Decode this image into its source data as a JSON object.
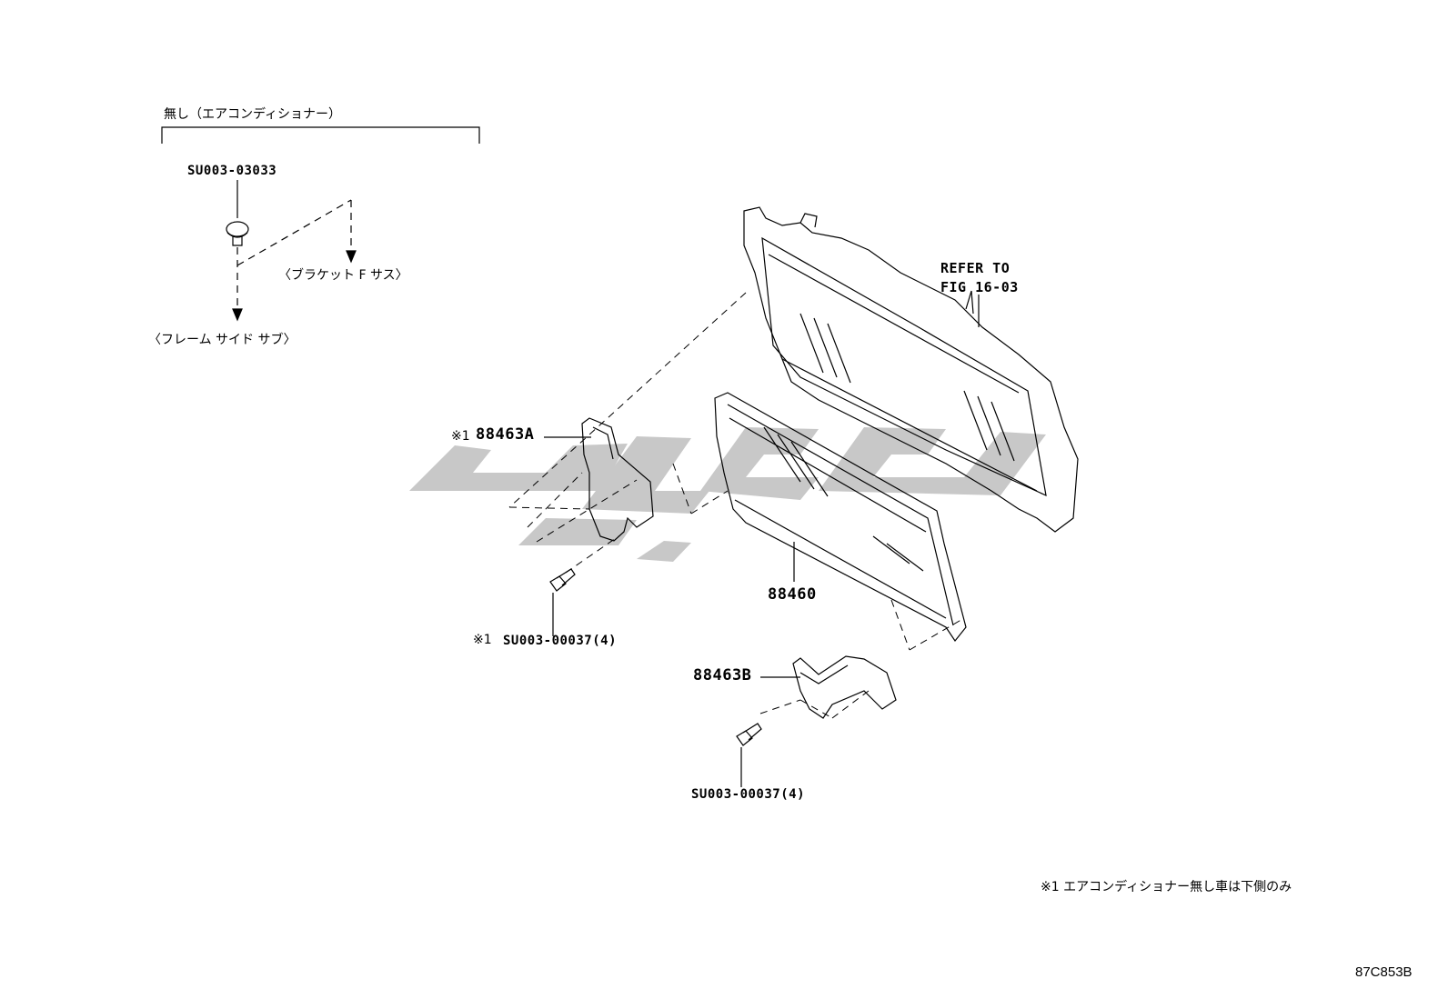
{
  "labels": {
    "no_ac_header": "無し（エアコンディショナー）",
    "part_clip": "SU003-03033",
    "bracket_f_sub": "〈ブラケット F サス〉",
    "frame_side_sub": "〈フレーム サイド サブ〉",
    "refer_line1": "REFER TO",
    "refer_line2": "FIG 16-03",
    "part_88463a_mark": "※1",
    "part_88463a": "88463A",
    "part_88460": "88460",
    "bolt_upper_mark": "※1",
    "bolt_upper": "SU003-00037(4)",
    "part_88463b": "88463B",
    "bolt_lower": "SU003-00037(4)",
    "footnote": "※1 エアコンディショナー無し車は下側のみ",
    "drawing_code": "87C853B"
  },
  "colors": {
    "line": "#000000",
    "watermark": "#c8c8c8",
    "background": "#ffffff"
  }
}
